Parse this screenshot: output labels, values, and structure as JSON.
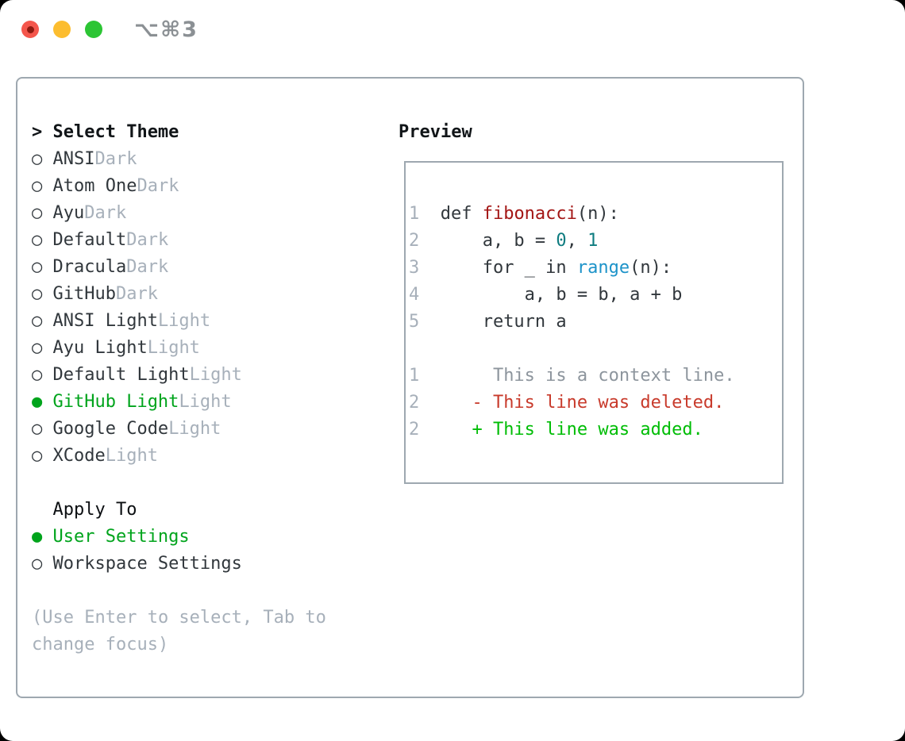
{
  "window": {
    "title": "⌥⌘3"
  },
  "markers": {
    "header": ">",
    "selected": "●",
    "unselected": "○"
  },
  "theme_panel": {
    "header_label": "Select Theme",
    "themes": [
      {
        "name": "ANSI",
        "variant": "Dark",
        "selected": false
      },
      {
        "name": "Atom One",
        "variant": "Dark",
        "selected": false
      },
      {
        "name": "Ayu",
        "variant": "Dark",
        "selected": false
      },
      {
        "name": "Default",
        "variant": "Dark",
        "selected": false
      },
      {
        "name": "Dracula",
        "variant": "Dark",
        "selected": false
      },
      {
        "name": "GitHub",
        "variant": "Dark",
        "selected": false
      },
      {
        "name": "ANSI Light",
        "variant": "Light",
        "selected": false
      },
      {
        "name": "Ayu Light",
        "variant": "Light",
        "selected": false
      },
      {
        "name": "Default Light",
        "variant": "Light",
        "selected": false
      },
      {
        "name": "GitHub Light",
        "variant": "Light",
        "selected": true
      },
      {
        "name": "Google Code",
        "variant": "Light",
        "selected": false
      },
      {
        "name": "XCode",
        "variant": "Light",
        "selected": false
      }
    ],
    "apply_header": "Apply To",
    "apply_options": [
      {
        "label": "User Settings",
        "selected": true
      },
      {
        "label": "Workspace Settings",
        "selected": false
      }
    ],
    "hint": "(Use Enter to select, Tab to\nchange focus)"
  },
  "preview_panel": {
    "header": "Preview",
    "code_lines": [
      {
        "num": "1",
        "tokens": [
          {
            "t": "def ",
            "s": "p"
          },
          {
            "t": "fibonacci",
            "s": "fn"
          },
          {
            "t": "(n):",
            "s": "p"
          }
        ]
      },
      {
        "num": "2",
        "tokens": [
          {
            "t": "    a, b = ",
            "s": "p"
          },
          {
            "t": "0",
            "s": "num"
          },
          {
            "t": ", ",
            "s": "p"
          },
          {
            "t": "1",
            "s": "num"
          }
        ]
      },
      {
        "num": "3",
        "tokens": [
          {
            "t": "    for _ in ",
            "s": "p"
          },
          {
            "t": "range",
            "s": "bi"
          },
          {
            "t": "(n):",
            "s": "p"
          }
        ]
      },
      {
        "num": "4",
        "tokens": [
          {
            "t": "        a, b = b, a + b",
            "s": "p"
          }
        ]
      },
      {
        "num": "5",
        "tokens": [
          {
            "t": "    return a",
            "s": "p"
          }
        ]
      }
    ],
    "diff_lines": [
      {
        "num": "1",
        "tokens": [
          {
            "t": "     This is a context line.",
            "s": "ctx"
          }
        ]
      },
      {
        "num": "2",
        "tokens": [
          {
            "t": "   - This line was deleted.",
            "s": "del"
          }
        ]
      },
      {
        "num": "2",
        "tokens": [
          {
            "t": "   + This line was added.",
            "s": "add"
          }
        ]
      }
    ]
  },
  "colors": {
    "selection_green": "#00a41c",
    "added_green": "#00bd06",
    "deleted_red": "#c83a2b",
    "function_red": "#a31615",
    "number_teal": "#0e7c80",
    "builtin_blue": "#1d93c9",
    "context_gray": "#8d959d",
    "muted_gray": "#a7b0ba",
    "border_gray": "#9ea8b0",
    "traffic_red": "#f4564c",
    "traffic_red_dot": "#8e1a10",
    "traffic_yellow": "#fcbd2f",
    "traffic_green": "#2cc534",
    "title_gray": "#8b9094"
  }
}
